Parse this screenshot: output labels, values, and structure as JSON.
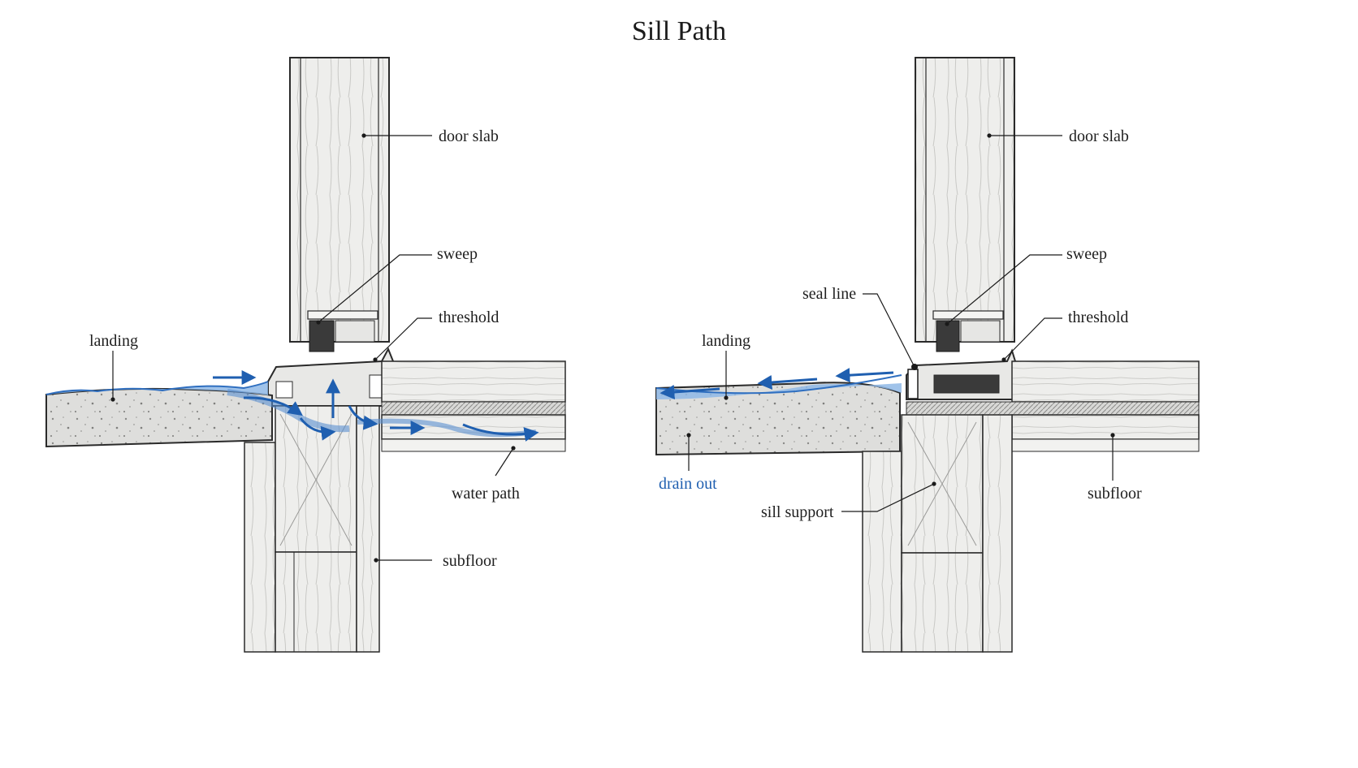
{
  "title": "Sill Path",
  "colors": {
    "water": "#2f6fc0",
    "water_light": "#8fb8e6",
    "wood": "#ececea",
    "concrete": "#dcdcda",
    "line": "#2a2a2a",
    "drain_label": "#1f5fb0"
  },
  "left_panel": {
    "labels": {
      "door_slab": "door slab",
      "sweep": "sweep",
      "threshold": "threshold",
      "landing": "landing",
      "water_path": "water path",
      "subfloor": "subfloor"
    }
  },
  "right_panel": {
    "labels": {
      "door_slab": "door slab",
      "sweep": "sweep",
      "seal_line": "seal line",
      "threshold": "threshold",
      "landing": "landing",
      "drain_out": "drain out",
      "sill_support": "sill support",
      "subfloor": "subfloor"
    }
  }
}
